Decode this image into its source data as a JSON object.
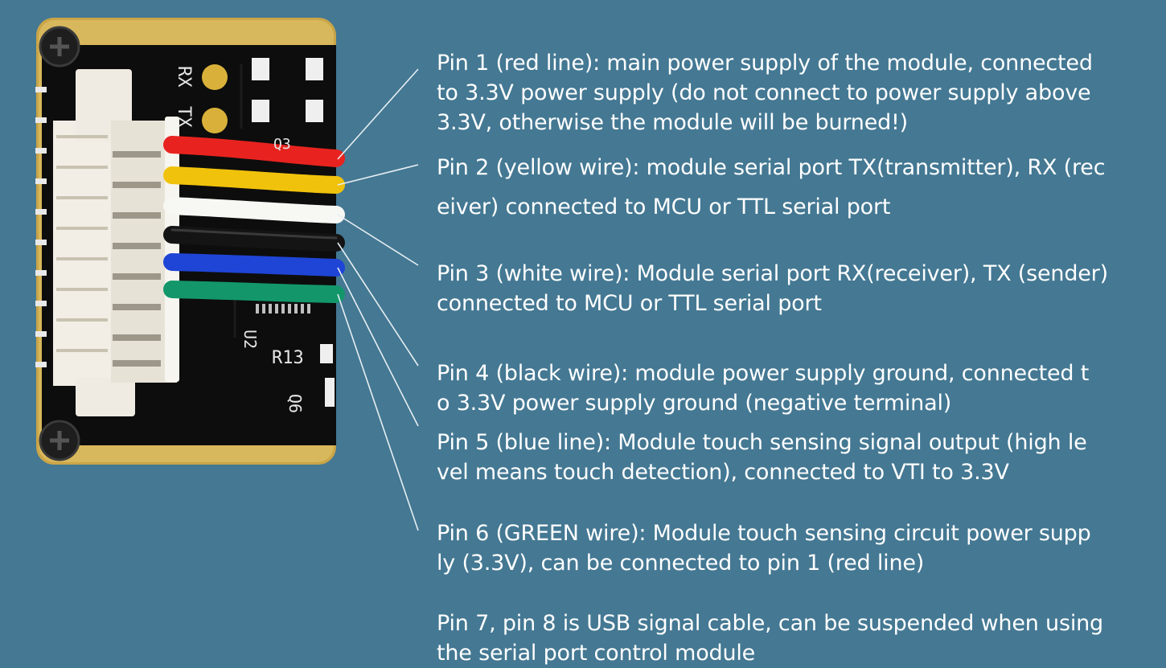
{
  "board": {
    "silkscreen": {
      "rx": "RX",
      "tx": "TX",
      "q3": "Q3",
      "u2": "U2",
      "r13": "R13",
      "q6": "Q6"
    },
    "wire_colors": [
      "#e8231f",
      "#f1c20c",
      "#f7f7f3",
      "#141414",
      "#1f45d6",
      "#13976a"
    ]
  },
  "pins": [
    {
      "lines": [
        "Pin 1 (red line): main power supply of the module, connected",
        "to 3.3V power supply (do not connect to power supply above",
        "3.3V, otherwise the module will be burned!)"
      ]
    },
    {
      "lines": [
        "Pin 2 (yellow wire): module serial port TX(transmitter), RX (rec",
        "eiver) connected to MCU or TTL serial port"
      ]
    },
    {
      "lines": [
        "Pin 3 (white wire): Module serial port RX(receiver), TX (sender)",
        "connected to MCU or TTL serial port"
      ]
    },
    {
      "lines": [
        "Pin 4 (black wire): module power supply ground, connected t",
        "o 3.3V power supply ground (negative terminal)"
      ]
    },
    {
      "lines": [
        "Pin 5 (blue line): Module touch sensing signal output (high le",
        "vel means touch detection), connected to VTI to 3.3V"
      ]
    },
    {
      "lines": [
        "Pin 6 (GREEN wire): Module touch sensing circuit power supp",
        "ly (3.3V), can be connected to pin 1 (red line)"
      ]
    },
    {
      "lines": [
        "Pin 7, pin 8 is USB signal cable, can be suspended when using",
        "the serial port control module"
      ]
    }
  ]
}
